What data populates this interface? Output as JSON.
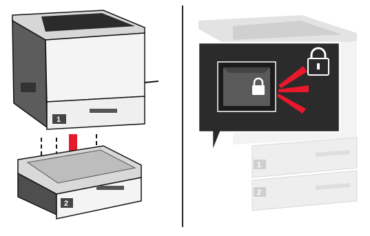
{
  "left_panel": {
    "printer_tray_number": "1",
    "optional_tray_number": "2"
  },
  "right_panel": {
    "tray_1_number": "1",
    "tray_2_number": "2",
    "icons": [
      "padlock-icon",
      "lock-icon",
      "alert-lines-icon"
    ]
  },
  "colors": {
    "accent": "#e8192c",
    "callout": "#2b2b2b",
    "body": "#f2f2f2",
    "outline": "#111111"
  }
}
